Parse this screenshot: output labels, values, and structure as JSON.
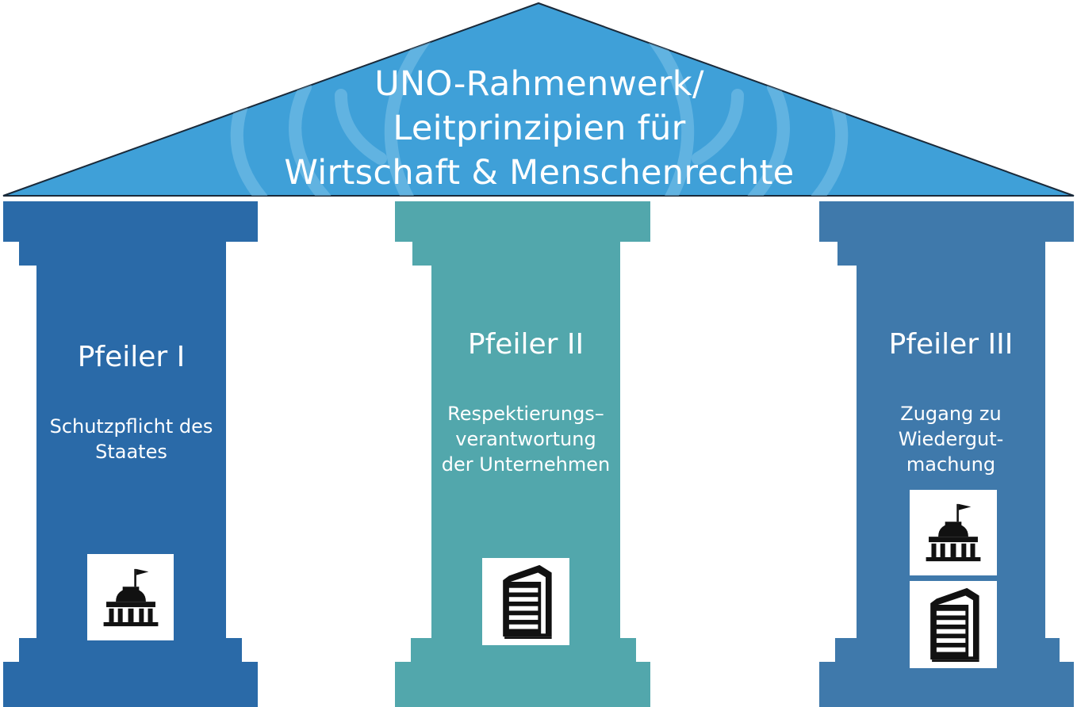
{
  "roof": {
    "line1": "UNO-Rahmenwerk/",
    "line2": "Leitprinzipien für",
    "line3": "Wirtschaft & Menschenrechte",
    "color": "#3fa0d8"
  },
  "pillars": [
    {
      "title": "Pfeiler I",
      "subtitle": [
        "Schutzpflicht des",
        "Staates"
      ],
      "color": "#2a6aa8",
      "icons": [
        "government-building-icon"
      ]
    },
    {
      "title": "Pfeiler II",
      "subtitle": [
        "Respektierungs–",
        "verantwortung",
        "der Unternehmen"
      ],
      "color": "#52a7ac",
      "icons": [
        "office-building-icon"
      ]
    },
    {
      "title": "Pfeiler III",
      "subtitle": [
        "Zugang zu",
        "Wiedergut-",
        "machung"
      ],
      "color": "#3f79ab",
      "icons": [
        "government-building-icon",
        "office-building-icon"
      ]
    }
  ]
}
